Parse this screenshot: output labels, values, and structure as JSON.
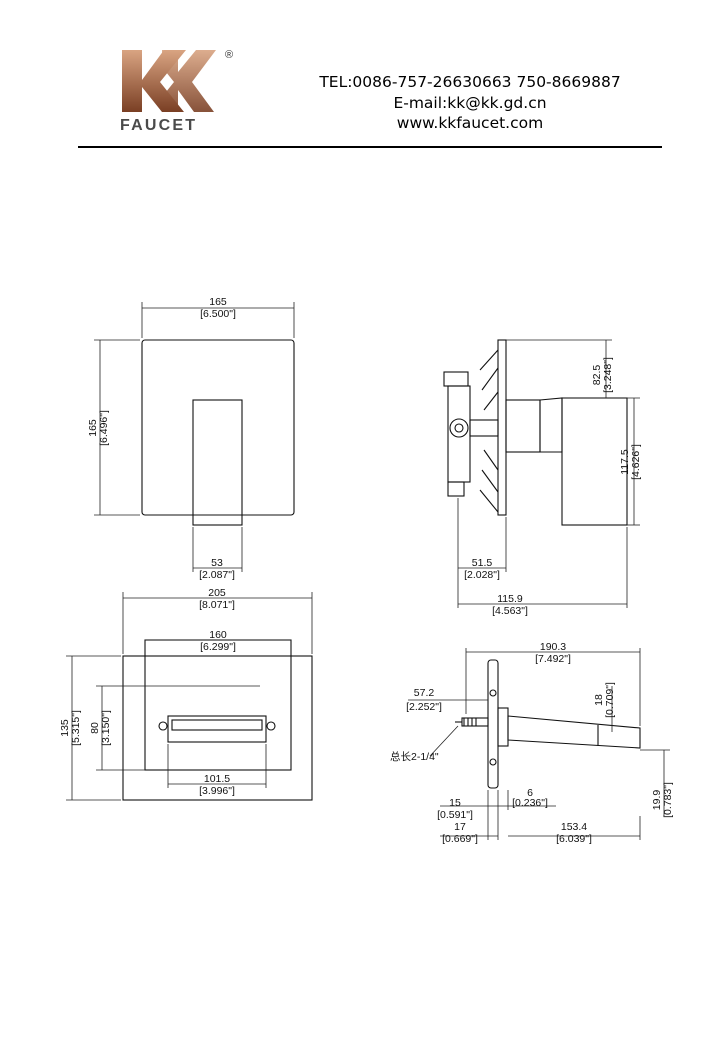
{
  "brand": {
    "name": "FAUCET",
    "registered_mark": "®",
    "colors": {
      "logo_top": "#c98f6e",
      "logo_bottom": "#7a3f24",
      "wordmark": "#4a4a4a"
    }
  },
  "contact": {
    "tel": "TEL:0086-757-26630663 750-8669887",
    "email": "E-mail:kk@kk.gd.cn",
    "web": "www.kkfaucet.com"
  },
  "views": {
    "front": {
      "width": {
        "mm": "165",
        "in": "[6.500\"]"
      },
      "height": {
        "mm": "165",
        "in": "[6.496\"]"
      },
      "handle_width": {
        "mm": "53",
        "in": "[2.087\"]"
      }
    },
    "side": {
      "top_offset": {
        "mm": "82.5",
        "in": "[3.248\"]"
      },
      "handle_height": {
        "mm": "117.5",
        "in": "[4.626\"]"
      },
      "valve_depth": {
        "mm": "51.5",
        "in": "[2.028\"]"
      },
      "overall_depth": {
        "mm": "115.9",
        "in": "[4.563\"]"
      }
    },
    "spout_front": {
      "overall_width": {
        "mm": "205",
        "in": "[8.071\"]"
      },
      "plate_width": {
        "mm": "160",
        "in": "[6.299\"]"
      },
      "outlet_width": {
        "mm": "101.5",
        "in": "[3.996\"]"
      },
      "overall_height": {
        "mm": "135",
        "in": "[5.315\"]"
      },
      "plate_height": {
        "mm": "80",
        "in": "[3.150\"]"
      }
    },
    "spout_side": {
      "projection": {
        "mm": "190.3",
        "in": "[7.492\"]"
      },
      "stud": {
        "mm": "57.2",
        "in": "[2.252\"]"
      },
      "spout_thickness": {
        "mm": "18",
        "in": "[0.709\"]"
      },
      "thread_note": "总长2-1/4\"",
      "plate_thickness": {
        "mm": "6",
        "in": "[0.236\"]"
      },
      "wall_gap": {
        "mm": "15",
        "in": "[0.591\"]"
      },
      "drop": {
        "mm": "19.9",
        "in": "[0.783\"]"
      },
      "base": {
        "mm": "17",
        "in": "[0.669\"]"
      },
      "reach": {
        "mm": "153.4",
        "in": "[6.039\"]"
      }
    }
  }
}
